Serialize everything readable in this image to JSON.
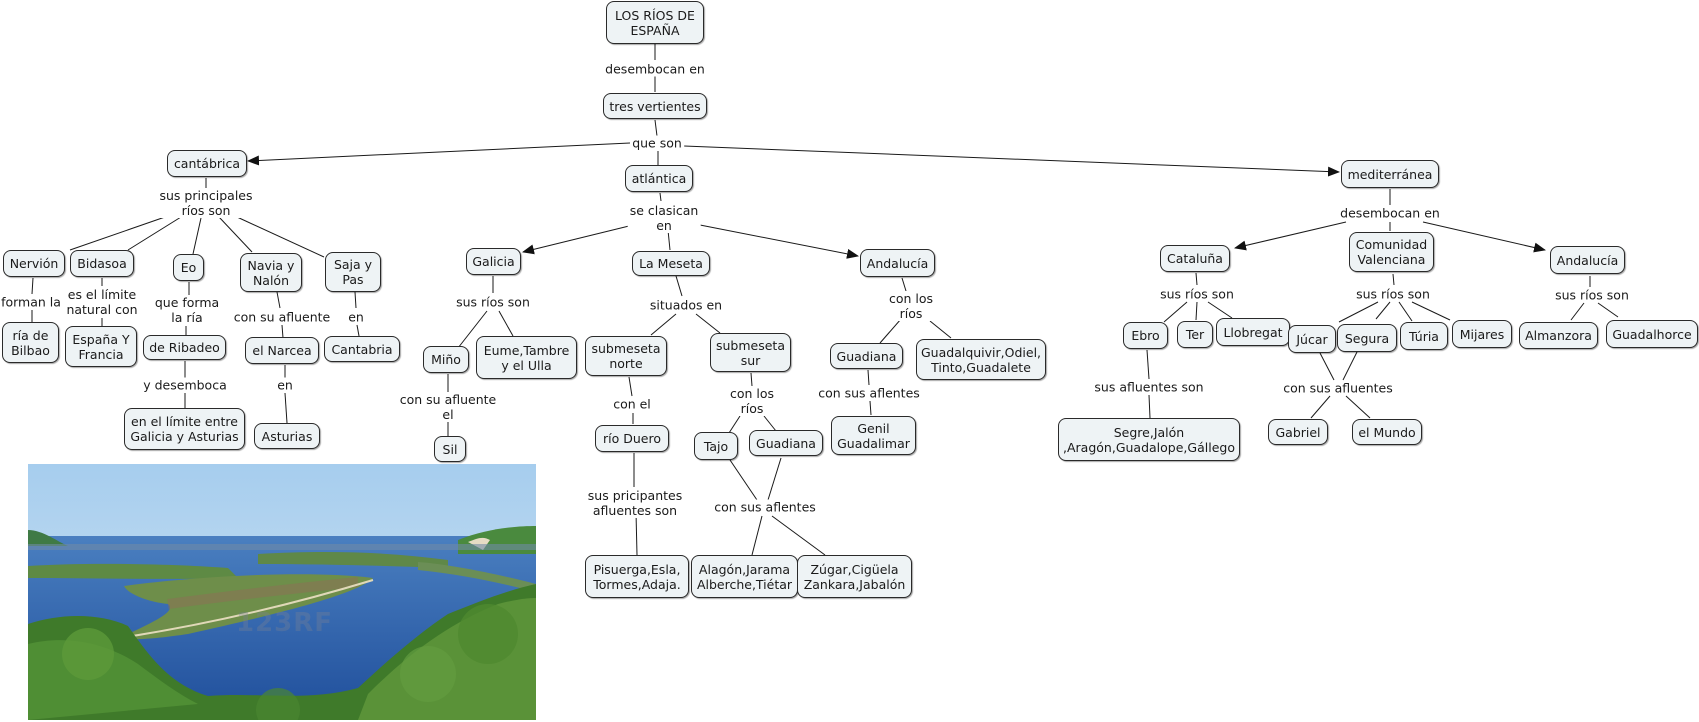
{
  "title": "LOS RÍOS DE ESPAÑA",
  "colors": {
    "node_fill": "#eef3f5",
    "node_border": "#2a2a2a",
    "link": "#1a1a1a"
  },
  "nodes": {
    "root": "LOS RÍOS DE\nESPAÑA",
    "tres_vertientes": "tres vertientes",
    "cantabrica": "cantábrica",
    "atlantica": "atlántica",
    "mediterranea": "mediterránea",
    "nervion": "Nervión",
    "bidasoa": "Bidasoa",
    "eo": "Eo",
    "navia_nalon": "Navia y\nNalón",
    "saja_pas": "Saja y\nPas",
    "ria_bilbao": "ría de\nBilbao",
    "espana_francia": "España Y\nFrancia",
    "de_ribadeo": "de Ribadeo",
    "el_narcea": "el Narcea",
    "cantabria": "Cantabria",
    "limite_galicia_asturias": "en el límite entre\nGalicia y Asturias",
    "asturias": "Asturias",
    "galicia": "Galicia",
    "la_meseta": "La Meseta",
    "andalucia_atl": "Andalucía",
    "mino": "Miño",
    "eume": "Eume,Tambre\ny el Ulla",
    "sil": "Sil",
    "submeseta_norte": "submeseta\nnorte",
    "submeseta_sur": "submeseta\nsur",
    "rio_duero": "río Duero",
    "tajo": "Tajo",
    "guadiana_meseta": "Guadiana",
    "pisuerga": "Pisuerga,Esla,\nTormes,Adaja.",
    "alagon": "Alagón,Jarama\nAlberche,Tiétar",
    "zugar": "Zúgar,Cigüela\nZankara,Jabalón",
    "guadiana_and": "Guadiana",
    "guadalquivir": "Guadalquivir,Odiel,\nTinto,Guadalete",
    "genil": "Genil\nGuadalimar",
    "cataluna": "Cataluña",
    "comunidad_valenciana": "Comunidad\nValenciana",
    "andalucia_med": "Andalucía",
    "ebro": "Ebro",
    "ter": "Ter",
    "llobregat": "Llobregat",
    "segre": "Segre,Jalón\n,Aragón,Guadalope,Gállego",
    "jucar": "Júcar",
    "segura": "Segura",
    "turia": "Túria",
    "mijares": "Mijares",
    "gabriel": "Gabriel",
    "el_mundo": "el Mundo",
    "almanzora": "Almanzora",
    "guadalhorce": "Guadalhorce"
  },
  "phrases": {
    "desembocan_en": "desembocan en",
    "que_son": "que son",
    "sus_principales": "sus principales\nríos son",
    "forman_la": "forman la",
    "es_limite": "es el límite\nnatural con",
    "que_forma": "que forma\nla ría",
    "con_su_afluente_navia": "con su afluente",
    "en_saja": "en",
    "y_desemboca": "y desemboca",
    "en_narcea": "en",
    "se_clasican": "se clasican\nen",
    "sus_rios_galicia": "sus ríos son",
    "con_su_afluente_mino": "con su afluente\nel",
    "situados_en": "situados en",
    "con_el": "con el",
    "con_los_rios_sur": "con los\nríos",
    "sus_pricipantes": "sus pricipantes\nafluentes son",
    "con_sus_aflentes_meseta": "con sus aflentes",
    "con_los_rios_and": "con los\nríos",
    "con_sus_aflentes_and": "con sus aflentes",
    "desembocan_en_med": "desembocan en",
    "sus_rios_cat": "sus ríos son",
    "sus_afluentes_son": "sus afluentes son",
    "sus_rios_val": "sus ríos son",
    "con_sus_afluentes_val": "con sus afluentes",
    "sus_rios_and_med": "sus ríos son"
  },
  "image": {
    "description": "river landscape photo",
    "watermark": "123RF"
  }
}
